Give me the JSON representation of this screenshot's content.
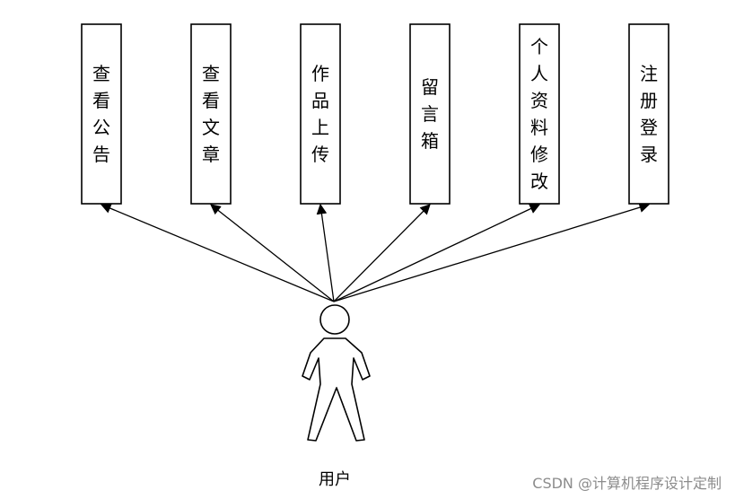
{
  "use_cases": [
    {
      "id": "view-notice",
      "label": "查看公告"
    },
    {
      "id": "view-article",
      "label": "查看文章"
    },
    {
      "id": "upload-work",
      "label": "作品上传"
    },
    {
      "id": "message-box",
      "label": "留言箱"
    },
    {
      "id": "edit-profile",
      "label": "个人资料修改"
    },
    {
      "id": "register-login",
      "label": "注册登录"
    }
  ],
  "actor": {
    "label": "用户"
  },
  "watermark": "CSDN @计算机程序设计定制",
  "colors": {
    "stroke": "#000000",
    "box_fill": "#ffffff",
    "watermark": "#8c8c8c"
  }
}
